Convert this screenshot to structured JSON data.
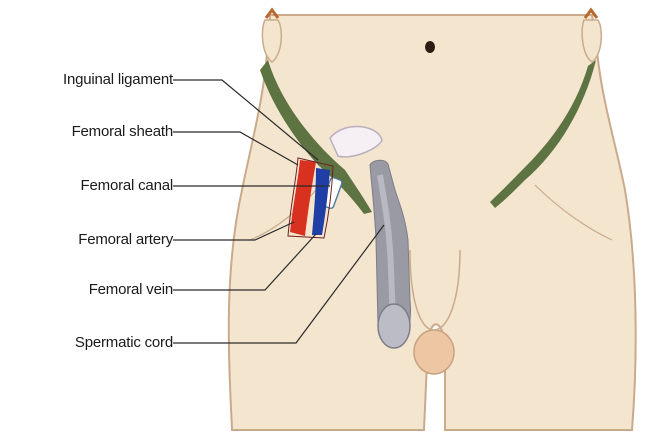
{
  "labels": {
    "inguinal_ligament": "Inguinal ligament",
    "femoral_sheath": "Femoral sheath",
    "femoral_canal": "Femoral canal",
    "femoral_artery": "Femoral artery",
    "femoral_vein": "Femoral vein",
    "spermatic_cord": "Spermatic cord"
  },
  "colors": {
    "background": "#ffffff",
    "skin": "#f4e5cf",
    "skin_outline": "#c9ab8c",
    "ligament": "#5e7342",
    "artery": "#d9311f",
    "vein": "#1f3fa6",
    "cord": "#9a9aa4",
    "leader_lines": "#2a2a2a"
  }
}
